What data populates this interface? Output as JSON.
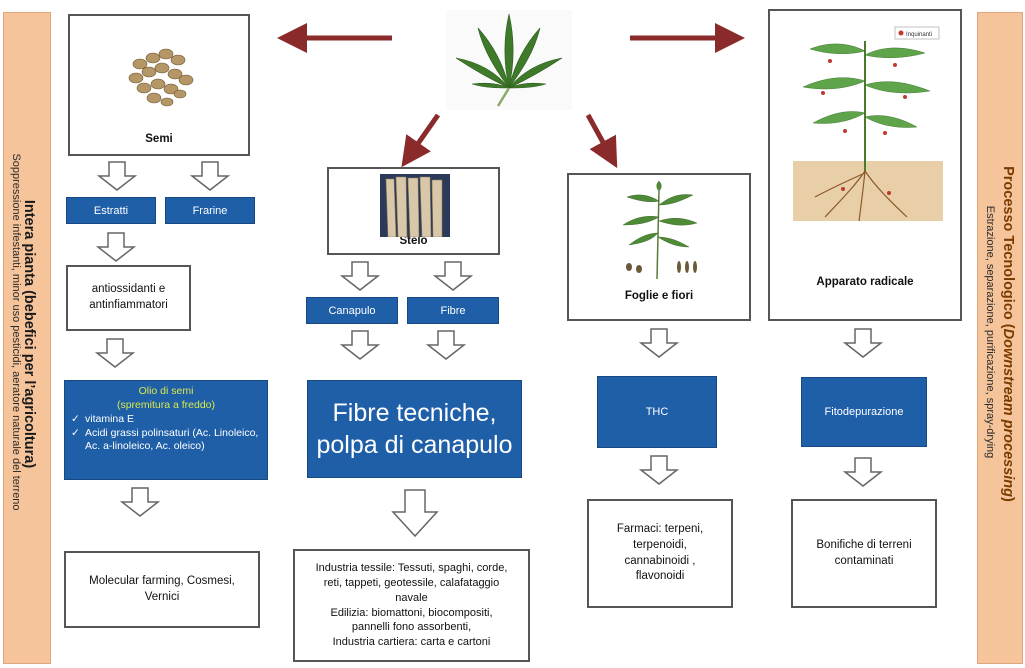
{
  "left_side": {
    "title": "Intera pianta (bebefici per l’agricoltura)",
    "subtitle": "Soppressione infestanti, minor uso pesticidi, aeratore naturale del terreno"
  },
  "right_side": {
    "title_plain": "Processo Tecnologico (",
    "title_italic": "Downstream processing",
    "title_close": ")",
    "subtitle": "Estrazione, separazione, purificazione, spray-drying"
  },
  "semi": {
    "label": "Semi",
    "estratti": "Estratti",
    "frarine": "Frarine",
    "antiox": "antiossidanti e antinfiammatori",
    "olio_title": "Olio di semi",
    "olio_sub": "(spremitura a freddo)",
    "olio_items": [
      "vitamina E",
      "Acidi grassi polinsaturi (Ac. Linoleico, Ac. a-linoleico, Ac. oleico)"
    ],
    "final": "Molecular farming, Cosmesi, Vernici"
  },
  "stelo": {
    "label": "Stelo",
    "canapulo": "Canapulo",
    "fibre": "Fibre",
    "fibre_tecniche": "Fibre tecniche, polpa di canapulo",
    "final_lines": [
      "Industria tessile: Tessuti, spaghi, corde,",
      "reti, tappeti, geotessile, calafataggio",
      "navale",
      "Edilizia: biomattoni, biocompositi,",
      "pannelli fono assorbenti,",
      "Industria cartiera:  carta e cartoni"
    ]
  },
  "foglie": {
    "label": "Foglie e fiori",
    "thc": "THC",
    "final": "Farmaci: terpeni, terpenoidi, cannabinoidi , flavonoidi"
  },
  "radice": {
    "label": "Apparato radicale",
    "legend": "Inquinanti",
    "fito": "Fitodepurazione",
    "final": "Bonifiche di terreni contaminati"
  },
  "colors": {
    "blue_box": "#1f5fa8",
    "sidebar": "#f6c49b",
    "red_arrow": "#8b2a2a",
    "olio_title": "#d8e84a"
  },
  "icons": [
    "hemp-leaf-icon",
    "seeds-image",
    "stem-image",
    "plant-illustration",
    "root-diagram"
  ]
}
